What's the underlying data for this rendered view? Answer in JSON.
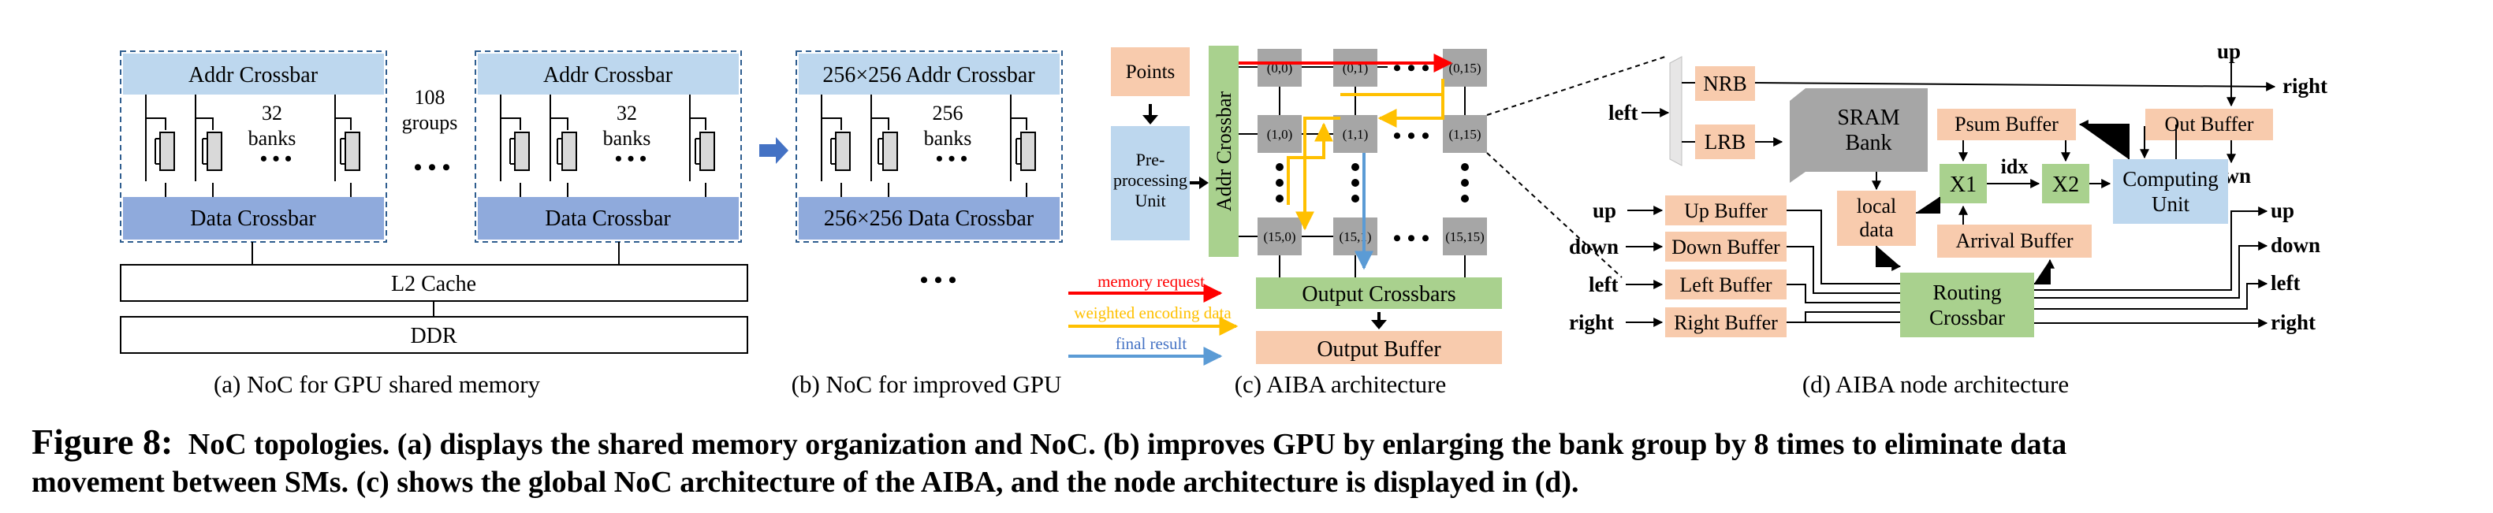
{
  "panel_a": {
    "addr_crossbar": "Addr Crossbar",
    "data_crossbar": "Data Crossbar",
    "banks_count": "32",
    "banks_word": "banks",
    "groups_count": "108",
    "groups_word": "groups",
    "dots": "• • •",
    "hdots": "• • •",
    "l2_cache": "L2 Cache",
    "ddr": "DDR",
    "caption": "(a) NoC for GPU shared memory"
  },
  "panel_b": {
    "addr_crossbar": "256×256 Addr Crossbar",
    "data_crossbar": "256×256 Data Crossbar",
    "banks_count": "256",
    "banks_word": "banks",
    "dots": "• • •",
    "ellipsis": "• • •",
    "caption": "(b) NoC for improved GPU"
  },
  "panel_c": {
    "points": "Points",
    "preprocessing_line1": "Pre-",
    "preprocessing_line2": "processing",
    "preprocessing_line3": "Unit",
    "addr_crossbar": "Addr Crossbar",
    "nodes": [
      "(0,0)",
      "(0,1)",
      "(0,15)",
      "(1,0)",
      "(1,1)",
      "(1,15)",
      "(15,0)",
      "(15,1)",
      "(15,15)"
    ],
    "dots": "• • •",
    "output_crossbars": "Output Crossbars",
    "output_buffer": "Output Buffer",
    "legend_memory": "memory request",
    "legend_weighted": "weighted encoding data",
    "legend_final": "final result",
    "caption": "(c) AIBA architecture"
  },
  "panel_d": {
    "nrb": "NRB",
    "lrb": "LRB",
    "sram_line1": "SRAM",
    "sram_line2": "Bank",
    "psum_buffer": "Psum Buffer",
    "out_buffer": "Out Buffer",
    "x1": "X1",
    "x2": "X2",
    "idx": "idx",
    "computing_line1": "Computing",
    "computing_line2": "Unit",
    "local_line1": "local",
    "local_line2": "data",
    "arrival_buffer": "Arrival Buffer",
    "up_buffer": "Up Buffer",
    "down_buffer": "Down Buffer",
    "left_buffer": "Left Buffer",
    "right_buffer": "Right Buffer",
    "routing_line1": "Routing",
    "routing_line2": "Crossbar",
    "up": "up",
    "down": "down",
    "left": "left",
    "right": "right",
    "caption": "(d) AIBA node architecture"
  },
  "figure": {
    "label": "Figure 8:",
    "caption_line1": "NoC topologies. (a) displays the shared memory organization and NoC. (b) improves GPU by enlarging the bank group by 8 times to eliminate data",
    "caption_line2": "movement between SMs. (c) shows the global NoC architecture of the AIBA, and the node architecture is displayed in (d)."
  },
  "colors": {
    "light_blue": "#bdd7ee",
    "mid_blue": "#8faadc",
    "peach": "#f8cbad",
    "green": "#a9d18e",
    "gray": "#a6a6a6",
    "red": "#ff0000",
    "orange": "#ffc000",
    "blue_arrow": "#5b9bd5",
    "dash_blue": "#2e5d8f"
  }
}
